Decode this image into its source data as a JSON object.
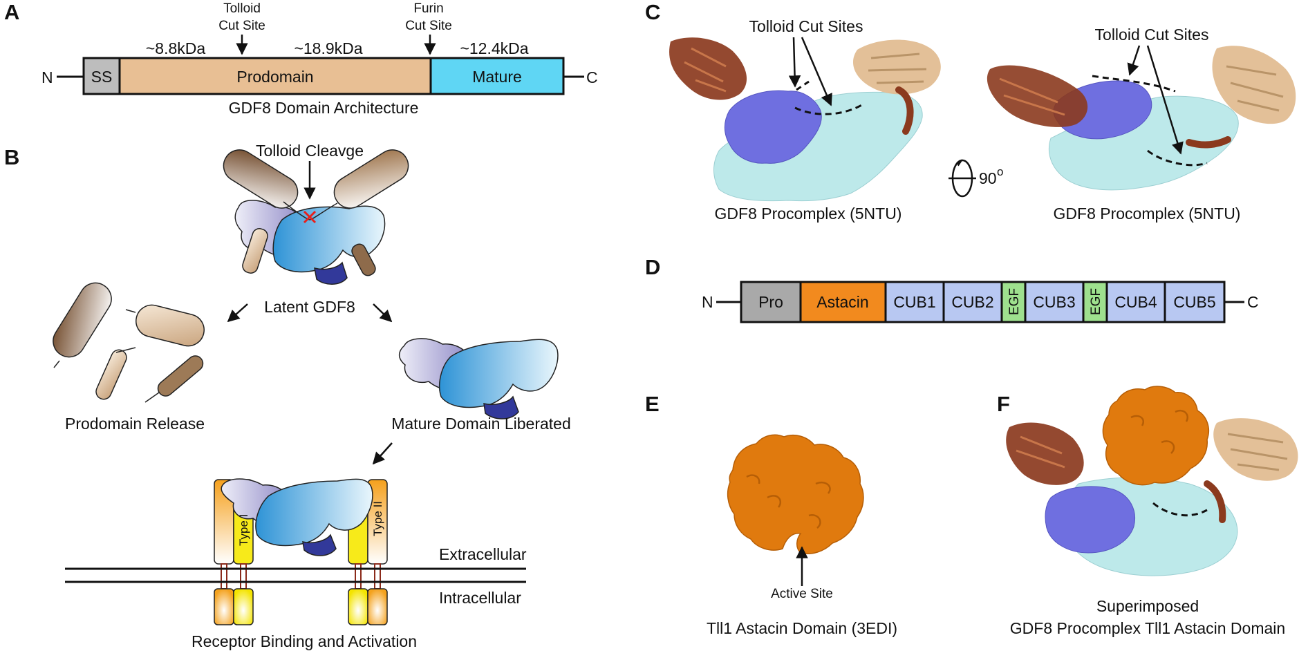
{
  "panel_letters": {
    "a": "A",
    "b": "B",
    "c": "C",
    "d": "D",
    "e": "E",
    "f": "F"
  },
  "panel_a": {
    "n_term": "N",
    "c_term": "C",
    "segments": {
      "ss": "SS",
      "prodomain": "Prodomain",
      "mature": "Mature"
    },
    "masses": {
      "first": "~8.8kDa",
      "second": "~18.9kDa",
      "third": "~12.4kDa"
    },
    "tolloid_site": [
      "Tolloid",
      "Cut Site"
    ],
    "furin_site": [
      "Furin",
      "Cut Site"
    ],
    "caption": "GDF8 Domain Architecture"
  },
  "panel_b": {
    "tolloid_cleavage": "Tolloid Cleavge",
    "latent": "Latent GDF8",
    "prodomain_release": "Prodomain Release",
    "mature_liberated": "Mature Domain Liberated",
    "type1": "Type I",
    "type2": "Type II",
    "extracellular": "Extracellular",
    "intracellular": "Intracellular",
    "caption": "Receptor Binding and Activation"
  },
  "panel_c": {
    "left_cut_label": "Tolloid Cut Sites",
    "right_cut_label": "Tolloid Cut Sites",
    "rotation": "90",
    "rotation_unit": "o",
    "left_caption": "GDF8 Procomplex (5NTU)",
    "right_caption": "GDF8 Procomplex (5NTU)"
  },
  "panel_d": {
    "n_term": "N",
    "c_term": "C",
    "domains": [
      "Pro",
      "Astacin",
      "CUB1",
      "CUB2",
      "EGF",
      "CUB3",
      "EGF",
      "CUB4",
      "CUB5"
    ]
  },
  "panel_e": {
    "active_site": "Active Site",
    "caption": "Tll1 Astacin Domain (3EDI)"
  },
  "panel_f": {
    "caption_line1": "Superimposed",
    "caption_line2": "GDF8 Procomplex Tll1 Astacin Domain"
  },
  "colors": {
    "ss": "#bdbdbd",
    "prodomain": "#e8bf94",
    "mature": "#5fd6f4",
    "pro": "#a9a9a9",
    "astacin": "#f28a1e",
    "cub": "#b8c8f2",
    "egf": "#9ee08e",
    "ribbon_dark": "#8b3a1e",
    "ribbon_light": "#e2bd92",
    "surface_blue": "#6f6fe0",
    "surface_cyan": "#bde9ea",
    "astacin_surface": "#e07a0e",
    "cleave_mark": "#e8201c",
    "receptor_orange": "#f4a423",
    "receptor_yellow": "#f7ea1a"
  }
}
